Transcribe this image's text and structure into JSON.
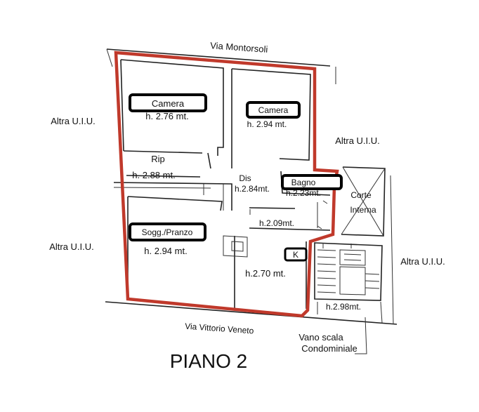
{
  "plan": {
    "title": "PIANO 2",
    "outline_color": "#c0392b",
    "streets": {
      "north": "Via Montorsoli",
      "south": "Via Vittorio Veneto"
    },
    "neighbors": {
      "left_top": "Altra U.I.U.",
      "left_bottom": "Altra U.I.U.",
      "right_top": "Altra U.I.U.",
      "right_bottom": "Altra U.I.U."
    },
    "rooms": {
      "camera_left": {
        "label": "Camera",
        "height": "h. 2.76 mt."
      },
      "camera_right": {
        "label": "Camera",
        "height": "h. 2.94 mt."
      },
      "rip": {
        "label": "Rip",
        "height": "h. 2.88 mt."
      },
      "dis": {
        "label": "Dis",
        "height": "h.2.84mt."
      },
      "bagno": {
        "label": "Bagno",
        "height": "h.2.23mt."
      },
      "corte": {
        "line1": "Corte",
        "line2": "Interna"
      },
      "soggiorno": {
        "label": "Sogg./Pranzo",
        "height": "h. 2.94 mt."
      },
      "hall_height": "h.2.09mt.",
      "kitchen": {
        "label": "K",
        "height": "h.2.70 mt."
      },
      "stair_height": "h.2.98mt."
    },
    "stair_note": {
      "line1": "Vano scala",
      "line2": "Condominiale"
    }
  }
}
